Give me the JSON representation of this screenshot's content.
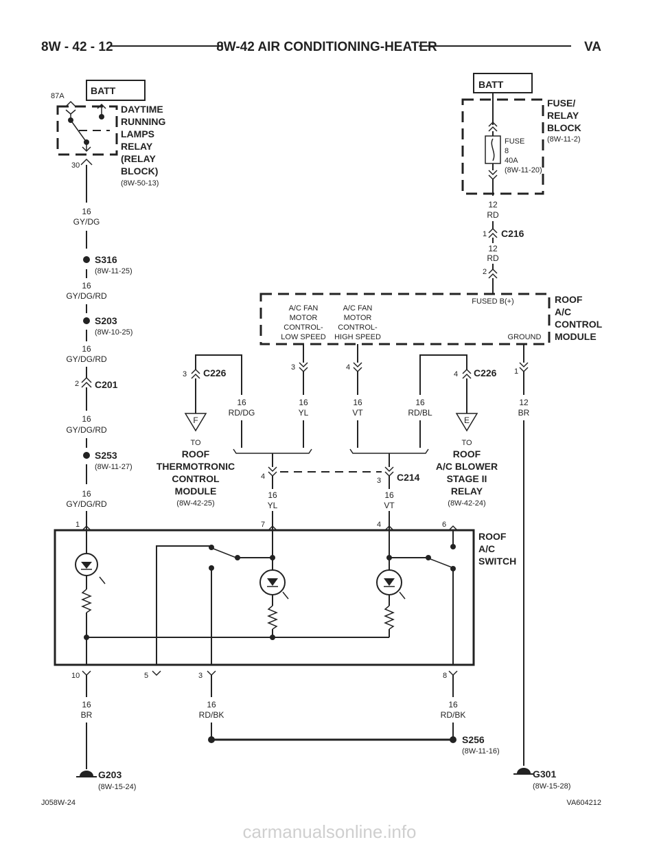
{
  "header": {
    "page": "8W - 42 - 12",
    "title": "8W-42 AIR CONDITIONING-HEATER",
    "model": "VA"
  },
  "footer": {
    "left": "J058W-24",
    "right": "VA604212"
  },
  "watermark": "carmanualsonline.info",
  "batt": "BATT",
  "drl": {
    "pin87a": "87A",
    "pin30": "30",
    "l1": "DAYTIME",
    "l2": "RUNNING",
    "l3": "LAMPS",
    "l4": "RELAY",
    "l5": "(RELAY",
    "l6": "BLOCK)",
    "ref": "(8W-50-13)"
  },
  "fuse_block": {
    "l1": "FUSE/",
    "l2": "RELAY",
    "l3": "BLOCK",
    "ref": "(8W-11-2)",
    "fuse": "FUSE",
    "num": "8",
    "amp": "40A",
    "fref": "(8W-11-20)"
  },
  "left_chain": {
    "w1a": "16",
    "w1b": "GY/DG",
    "s316": "S316",
    "s316ref": "(8W-11-25)",
    "w2a": "16",
    "w2b": "GY/DG/RD",
    "s203": "S203",
    "s203ref": "(8W-10-25)",
    "w3a": "16",
    "w3b": "GY/DG/RD",
    "c201pin": "2",
    "c201": "C201",
    "w4a": "16",
    "w4b": "GY/DG/RD",
    "s253": "S253",
    "s253ref": "(8W-11-27)",
    "w5a": "16",
    "w5b": "GY/DG/RD"
  },
  "right_feed": {
    "w1a": "12",
    "w1b": "RD",
    "pin1": "1",
    "c216": "C216",
    "w2a": "12",
    "w2b": "RD",
    "pin2": "2"
  },
  "module": {
    "l1": "ROOF",
    "l2": "A/C",
    "l3": "CONTROL",
    "l4": "MODULE",
    "low1": "A/C FAN",
    "low2": "MOTOR",
    "low3": "CONTROL-",
    "low4": "LOW SPEED",
    "high1": "A/C FAN",
    "high2": "MOTOR",
    "high3": "CONTROL-",
    "high4": "HIGH SPEED",
    "fused": "FUSED B(+)",
    "ground": "GROUND"
  },
  "c226": {
    "name": "C226",
    "pin3": "3",
    "pin4": "4"
  },
  "mod_pins": {
    "low": "3",
    "high": "4",
    "gnd": "1"
  },
  "wires": {
    "rddg_a": "16",
    "rddg_b": "RD/DG",
    "yl_a": "16",
    "yl_b": "YL",
    "vt_a": "16",
    "vt_b": "VT",
    "rdbl_a": "16",
    "rdbl_b": "RD/BL",
    "br_a": "12",
    "br_b": "BR",
    "yl2_a": "16",
    "yl2_b": "YL",
    "vt2_a": "16",
    "vt2_b": "VT"
  },
  "to_f": {
    "letter": "F",
    "to": "TO",
    "l1": "ROOF",
    "l2": "THERMOTRONIC",
    "l3": "CONTROL",
    "l4": "MODULE",
    "ref": "(8W-42-25)"
  },
  "to_e": {
    "letter": "E",
    "to": "TO",
    "l1": "ROOF",
    "l2": "A/C BLOWER",
    "l3": "STAGE II",
    "l4": "RELAY",
    "ref": "(8W-42-24)"
  },
  "c214": {
    "name": "C214",
    "pin4": "4",
    "pin3": "3"
  },
  "switch": {
    "l1": "ROOF",
    "l2": "A/C",
    "l3": "SWITCH",
    "p1": "1",
    "p7": "7",
    "p4": "4",
    "p6": "6",
    "p10": "10",
    "p5": "5",
    "p3": "3",
    "p8": "8"
  },
  "bottom": {
    "br_a": "16",
    "br_b": "BR",
    "rdbk1_a": "16",
    "rdbk1_b": "RD/BK",
    "rdbk2_a": "16",
    "rdbk2_b": "RD/BK",
    "s256": "S256",
    "s256ref": "(8W-11-16)",
    "g203": "G203",
    "g203ref": "(8W-15-24)",
    "g301": "G301",
    "g301ref": "(8W-15-28)"
  }
}
